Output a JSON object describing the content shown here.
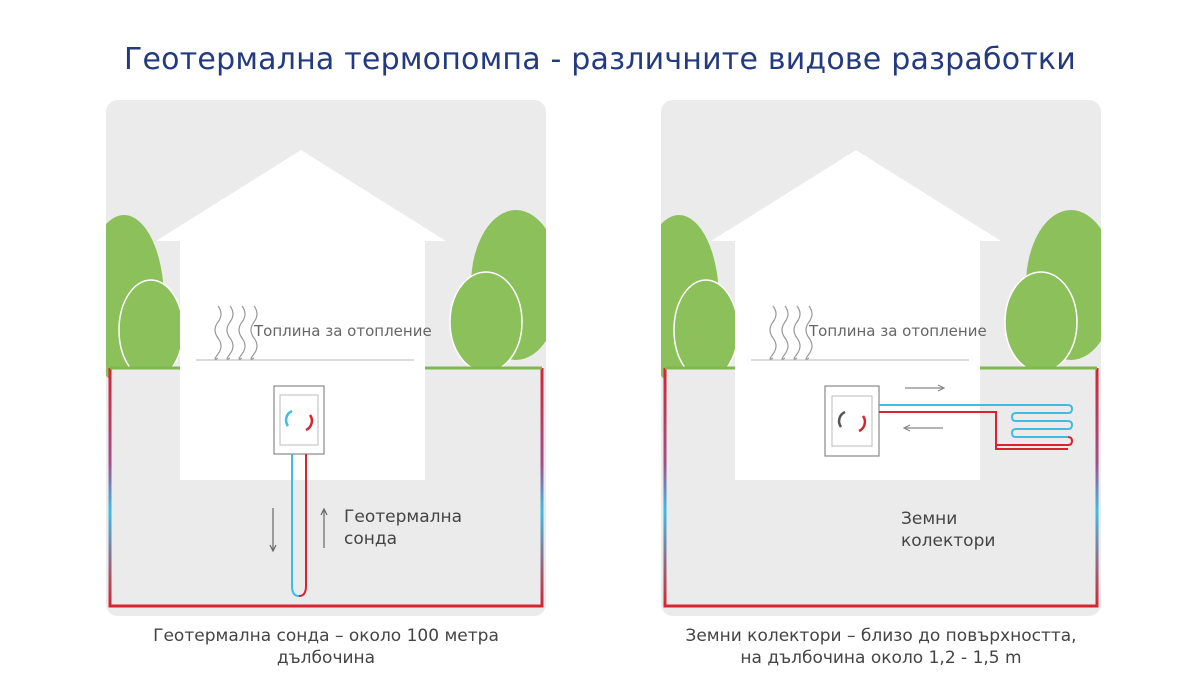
{
  "title": "Геотермална термопомпа - различните видове разработки",
  "panels": [
    {
      "heat_label": "Топлина за отопление",
      "probe_label_line1": "Геотермална",
      "probe_label_line2": "сонда",
      "caption_line1": "Геотермална сонда – около 100 метра",
      "caption_line2": "дълбочина"
    },
    {
      "heat_label": "Топлина за отопление",
      "collector_label_line1": "Земни",
      "collector_label_line2": "колектори",
      "caption_line1": "Земни колектори – близо до повърхността,",
      "caption_line2": "на дълбочина около 1,2 - 1,5 m"
    }
  ],
  "colors": {
    "title": "#233a7e",
    "panel_bg": "#e9e9e9",
    "tree": "#8cc05a",
    "ground_line": "#7fb84e",
    "hot_pipe": "#d92332",
    "cold_pipe": "#3cbde8"
  }
}
